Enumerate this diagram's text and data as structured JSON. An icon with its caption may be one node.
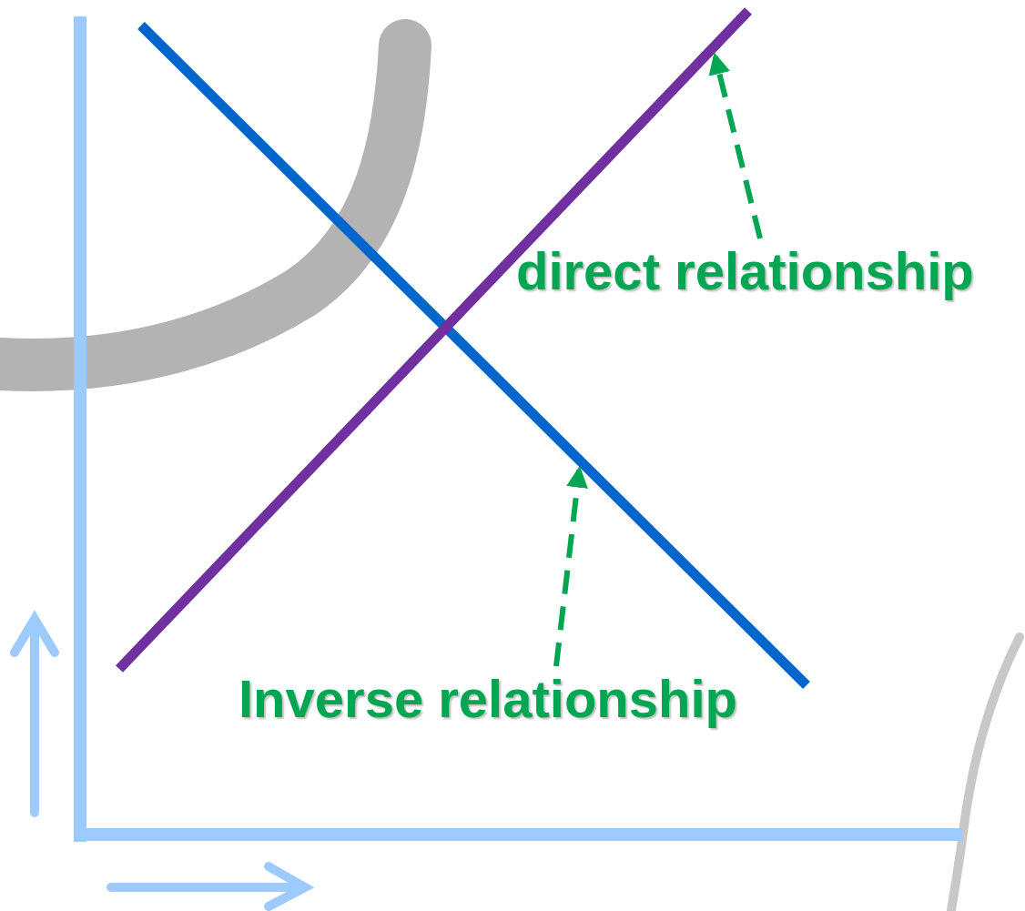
{
  "diagram": {
    "nodes": [
      {
        "text": [],
        "shape": "line"
      },
      {
        "text": [],
        "shape": "line"
      },
      {
        "text": [
          "direct relationship"
        ]
      },
      {
        "text": [
          "Inverse relationship"
        ]
      }
    ],
    "edges": [
      {
        "from": 2,
        "to": 1,
        "arrow": "to",
        "style": "dashed"
      },
      {
        "from": 3,
        "to": 0,
        "arrow": "to",
        "style": "dashed"
      }
    ]
  }
}
